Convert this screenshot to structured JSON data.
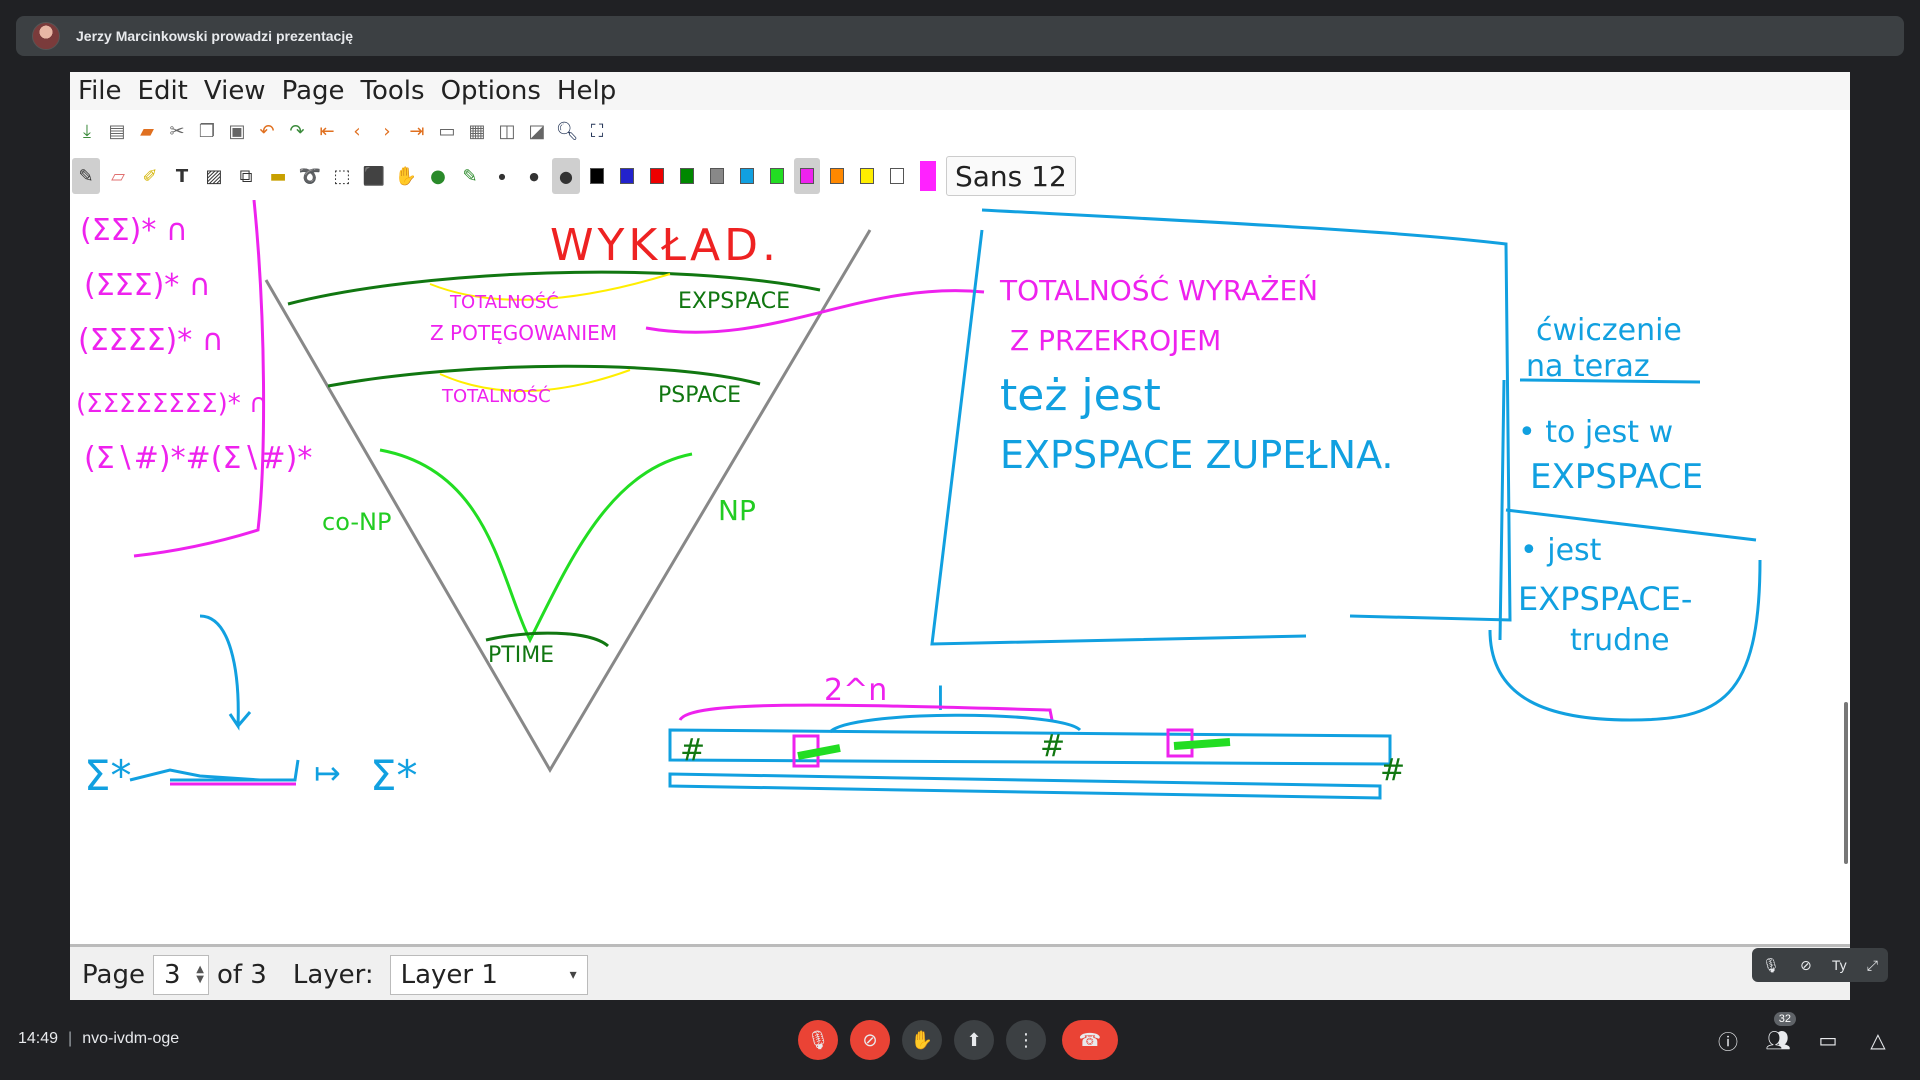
{
  "presenter": {
    "text": "Jerzy Marcinkowski prowadzi prezentację"
  },
  "app": {
    "menu": [
      "File",
      "Edit",
      "View",
      "Page",
      "Tools",
      "Options",
      "Help"
    ],
    "font": {
      "name": "Sans",
      "size": "12"
    },
    "palette": [
      "#000000",
      "#2222cc",
      "#ee0000",
      "#008800",
      "#888888",
      "#11a0e0",
      "#22dd22",
      "#ee22ee",
      "#ff8800",
      "#ffee00",
      "#ffffff"
    ],
    "current_color": "#ff22ff",
    "status": {
      "page_label": "Page",
      "page_value": "3",
      "of_label": "of 3",
      "layer_label": "Layer:",
      "layer_value": "Layer 1"
    }
  },
  "whiteboard": {
    "title": "WYKŁAD.",
    "left_list": [
      "(ΣΣ)* ∩",
      "(ΣΣΣ)* ∩",
      "(ΣΣΣΣ)* ∩",
      "(ΣΣΣΣΣΣΣΣ)* ∩",
      "(Σ∖#)*#(Σ∖#)*"
    ],
    "cone_labels": {
      "expspace_band": "TOTALNOŚĆ",
      "expspace_sub": "Z POTĘGOWANIEM",
      "expspace": "EXPSPACE",
      "pspace_band": "TOTALNOŚĆ",
      "pspace": "PSPACE",
      "conp": "co-NP",
      "np": "NP",
      "ptime": "PTIME"
    },
    "box_text": [
      "TOTALNOŚĆ WYRAŻEŃ",
      "Z PRZEKROJEM",
      "też jest",
      "EXPSPACE ZUPEŁNA."
    ],
    "right_notes": [
      "ćwiczenie",
      "na teraz",
      "• to jest w",
      "EXPSPACE",
      "• jest",
      "EXPSPACE-",
      "trudne"
    ],
    "bottom_left": [
      "Σ*",
      "Σ*"
    ],
    "tape_labels": {
      "top": "2^n",
      "l": "l",
      "hash": "#"
    }
  },
  "self_view": {
    "label": "Ty"
  },
  "meeting": {
    "time": "14:49",
    "code": "nvo-ivdm-oge",
    "participants": "32"
  }
}
